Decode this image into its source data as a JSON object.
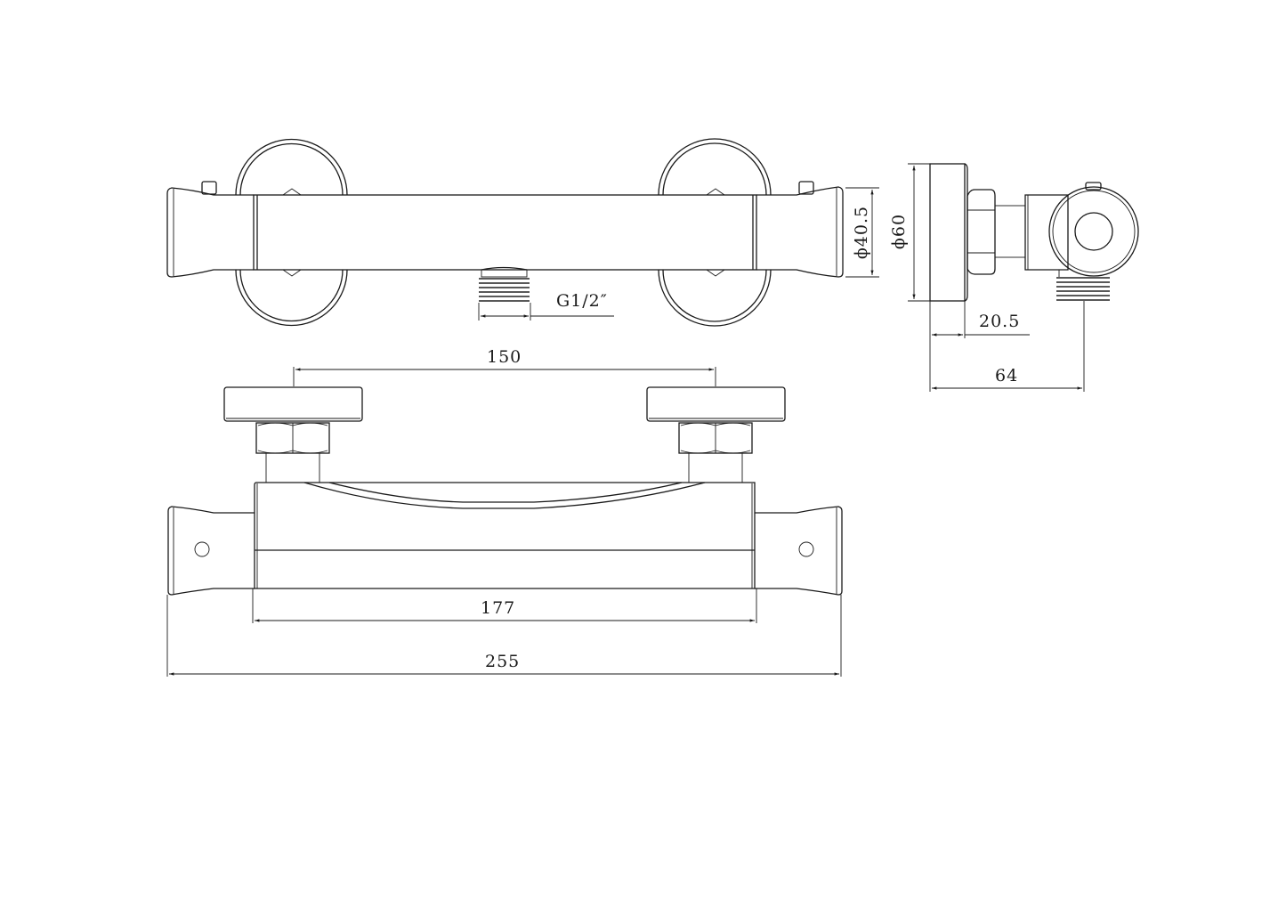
{
  "drawing": {
    "subject": "Wall-mounted thermostatic shower bar valve",
    "views": [
      {
        "name": "top-view"
      },
      {
        "name": "front-view"
      },
      {
        "name": "side-view"
      }
    ],
    "dimensions": {
      "outlet_thread": "G1/2″",
      "end_diameter": "ϕ40.5",
      "flange_diameter": "ϕ60",
      "flange_depth": "20.5",
      "projection_depth": "64",
      "centers": "150",
      "body_length": "177",
      "overall_length": "255"
    },
    "colors": {
      "line": "#1a1a1a",
      "background": "#ffffff"
    }
  }
}
